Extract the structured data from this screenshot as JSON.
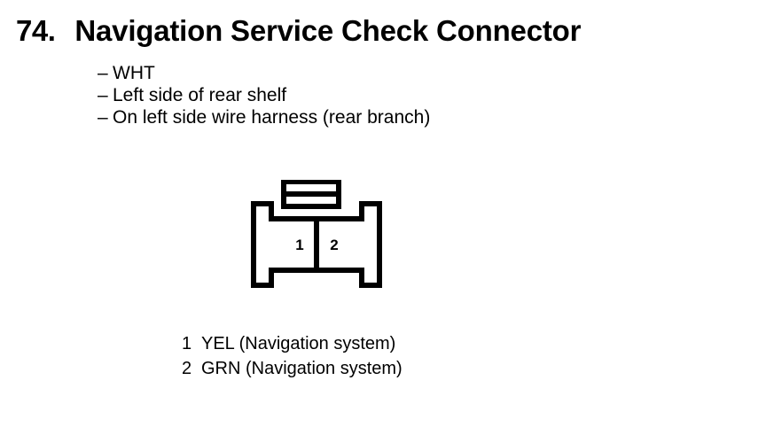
{
  "page": {
    "background_color": "#ffffff",
    "ink_color": "#000000"
  },
  "header": {
    "number": "74.",
    "title": "Navigation Service Check Connector"
  },
  "specs": {
    "dash": "–",
    "items": [
      "WHT",
      "Left side of rear shelf",
      "On left side wire harness (rear branch)"
    ]
  },
  "connector": {
    "pins": [
      {
        "number": "1"
      },
      {
        "number": "2"
      }
    ]
  },
  "legend": {
    "rows": [
      {
        "number": "1",
        "text": "YEL (Navigation system)"
      },
      {
        "number": "2",
        "text": "GRN (Navigation system)"
      }
    ]
  }
}
